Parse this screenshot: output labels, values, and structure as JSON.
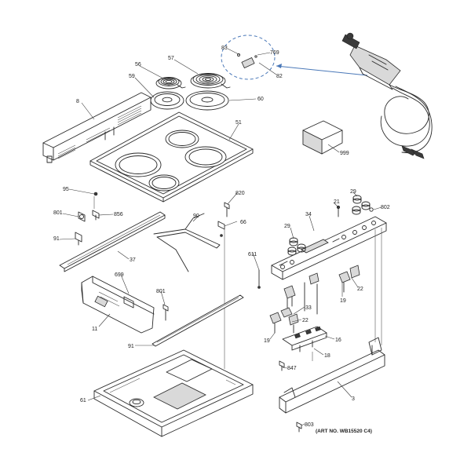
{
  "callouts": [
    {
      "id": "c56",
      "text": "56"
    },
    {
      "id": "c57",
      "text": "57"
    },
    {
      "id": "c59",
      "text": "59"
    },
    {
      "id": "c60",
      "text": "60"
    },
    {
      "id": "c8",
      "text": "8"
    },
    {
      "id": "c51",
      "text": "51"
    },
    {
      "id": "c83",
      "text": "83"
    },
    {
      "id": "c769",
      "text": "769"
    },
    {
      "id": "c82",
      "text": "82"
    },
    {
      "id": "c999",
      "text": "999"
    },
    {
      "id": "c95",
      "text": "95"
    },
    {
      "id": "c801a",
      "text": "801"
    },
    {
      "id": "c856",
      "text": "856"
    },
    {
      "id": "c91a",
      "text": "91"
    },
    {
      "id": "c37",
      "text": "37"
    },
    {
      "id": "c90",
      "text": "90"
    },
    {
      "id": "c820",
      "text": "820"
    },
    {
      "id": "c66",
      "text": "66"
    },
    {
      "id": "c34",
      "text": "34"
    },
    {
      "id": "c21",
      "text": "21"
    },
    {
      "id": "c29a",
      "text": "29"
    },
    {
      "id": "c802",
      "text": "802"
    },
    {
      "id": "c29b",
      "text": "29"
    },
    {
      "id": "c611",
      "text": "611"
    },
    {
      "id": "c699",
      "text": "699"
    },
    {
      "id": "c801b",
      "text": "801"
    },
    {
      "id": "c11",
      "text": "11"
    },
    {
      "id": "c91b",
      "text": "91"
    },
    {
      "id": "c33",
      "text": "33"
    },
    {
      "id": "c22a",
      "text": "22"
    },
    {
      "id": "c19a",
      "text": "19"
    },
    {
      "id": "c22b",
      "text": "22"
    },
    {
      "id": "c19b",
      "text": "19"
    },
    {
      "id": "c16",
      "text": "16"
    },
    {
      "id": "c18",
      "text": "18"
    },
    {
      "id": "c847",
      "text": "847"
    },
    {
      "id": "c3",
      "text": "3"
    },
    {
      "id": "c61",
      "text": "61"
    },
    {
      "id": "c803",
      "text": "803"
    }
  ],
  "art_number": "(ART NO. WB15520 C4)"
}
